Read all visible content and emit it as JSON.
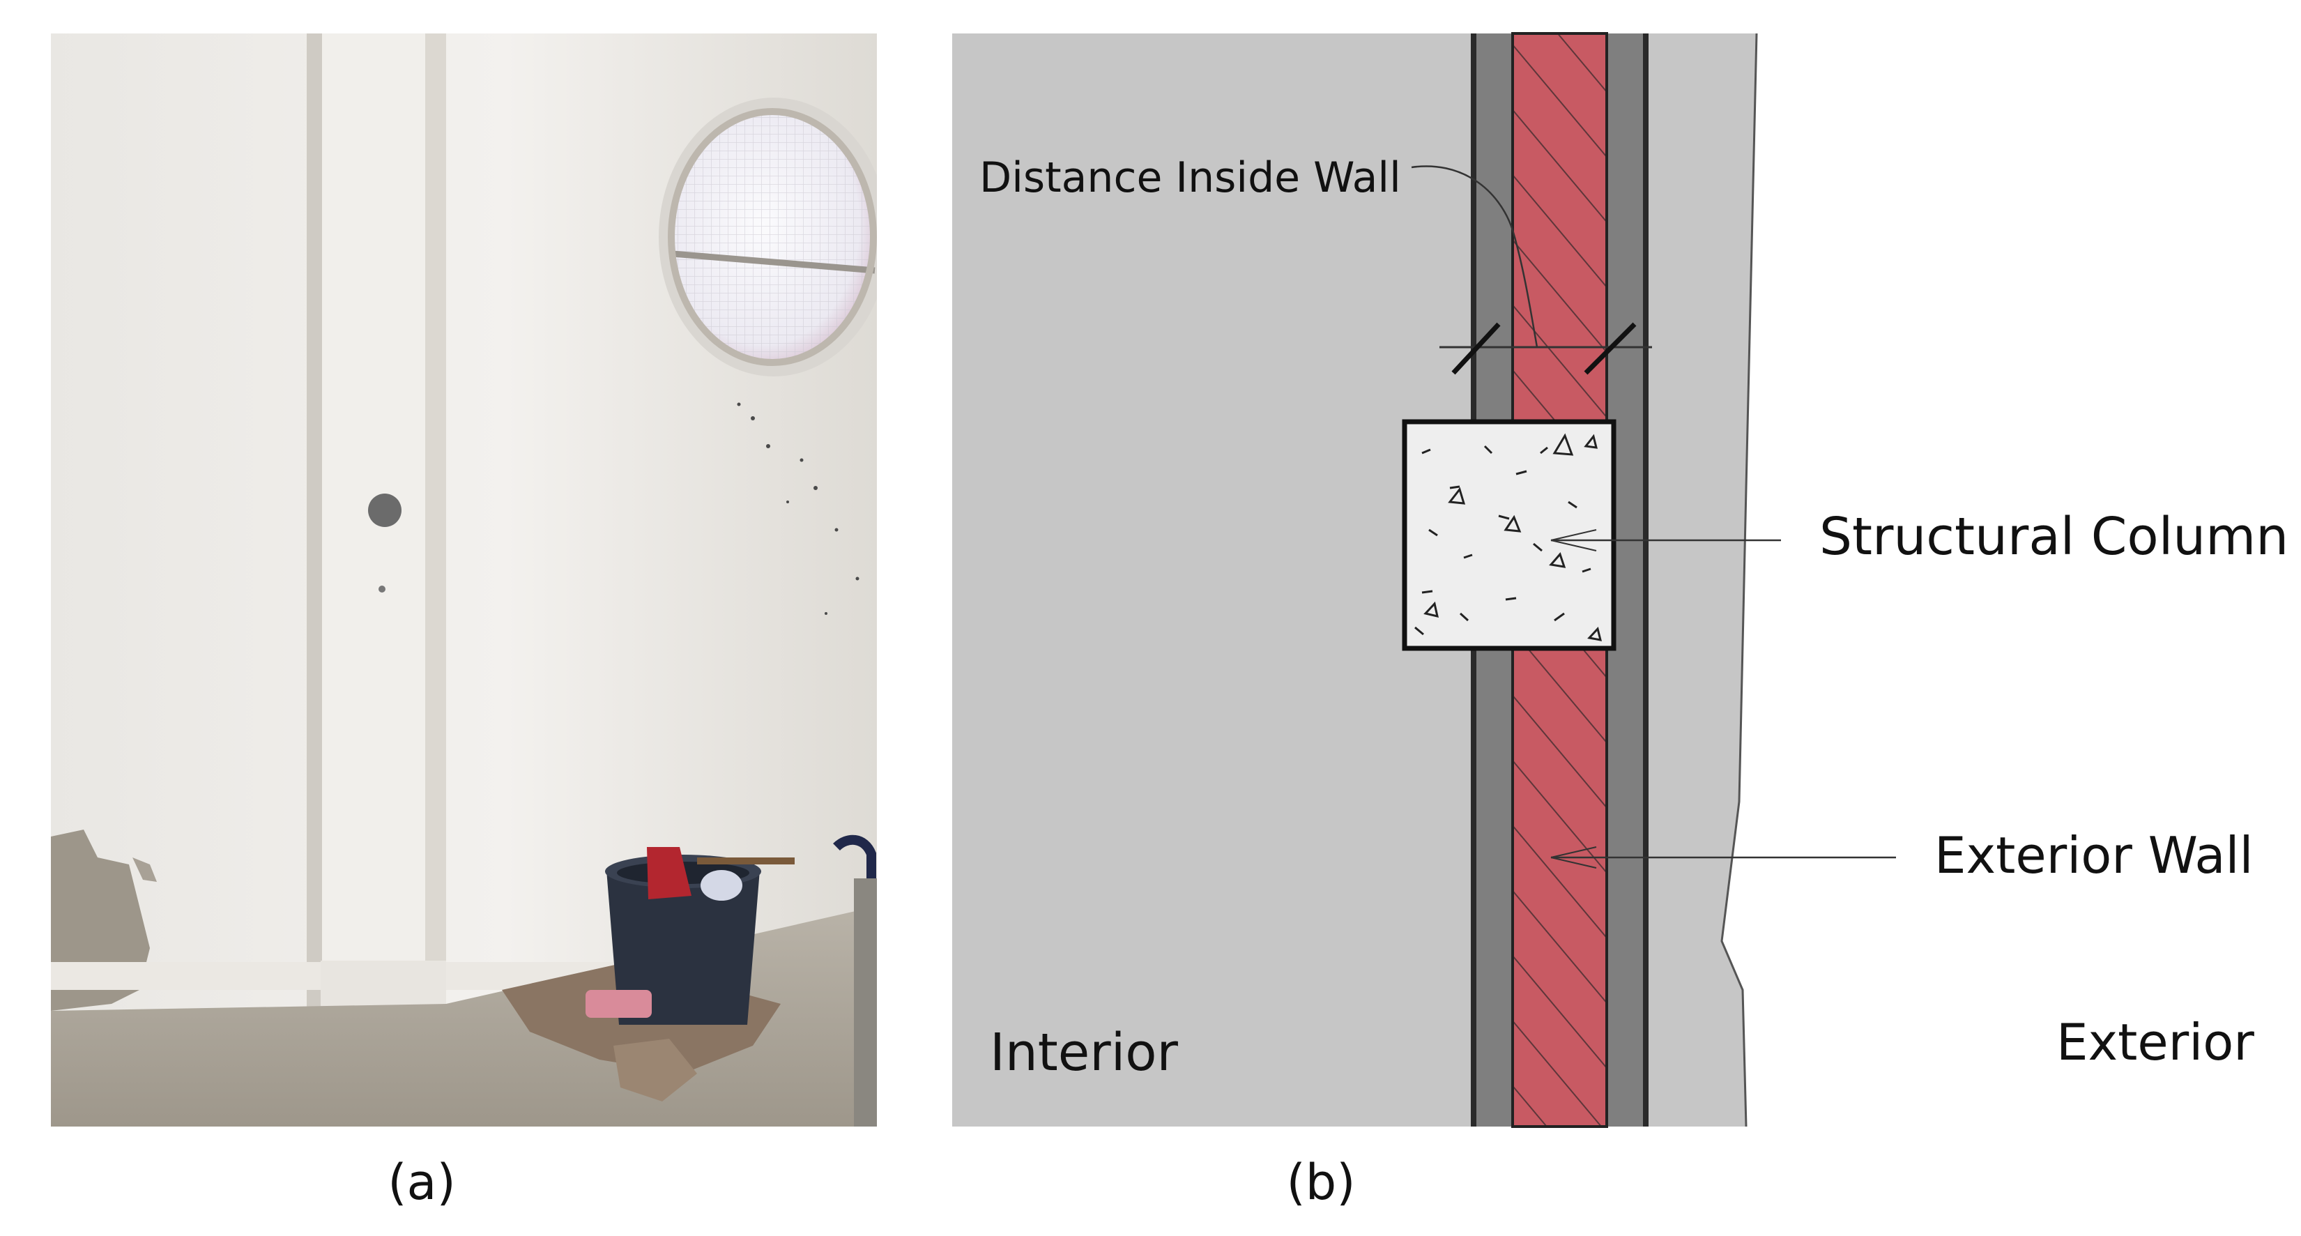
{
  "panel_a": {
    "caption": "(a)"
  },
  "panel_b": {
    "caption": "(b)",
    "labels": {
      "distance": "Distance Inside Wall",
      "column": "Structural Column",
      "wall": "Exterior Wall",
      "interior": "Interior",
      "exterior": "Exterior"
    }
  },
  "colors": {
    "brick": "#c85a63",
    "plaster": "#7f7f7f",
    "drawing_bg": "#c6c6c6",
    "concrete": "#eeeeee",
    "photo_wall": "#e6e3de"
  },
  "icons": {
    "photo": "wall-photo-illustration",
    "round_window": "round-window-icon",
    "bucket": "bucket-icon"
  }
}
